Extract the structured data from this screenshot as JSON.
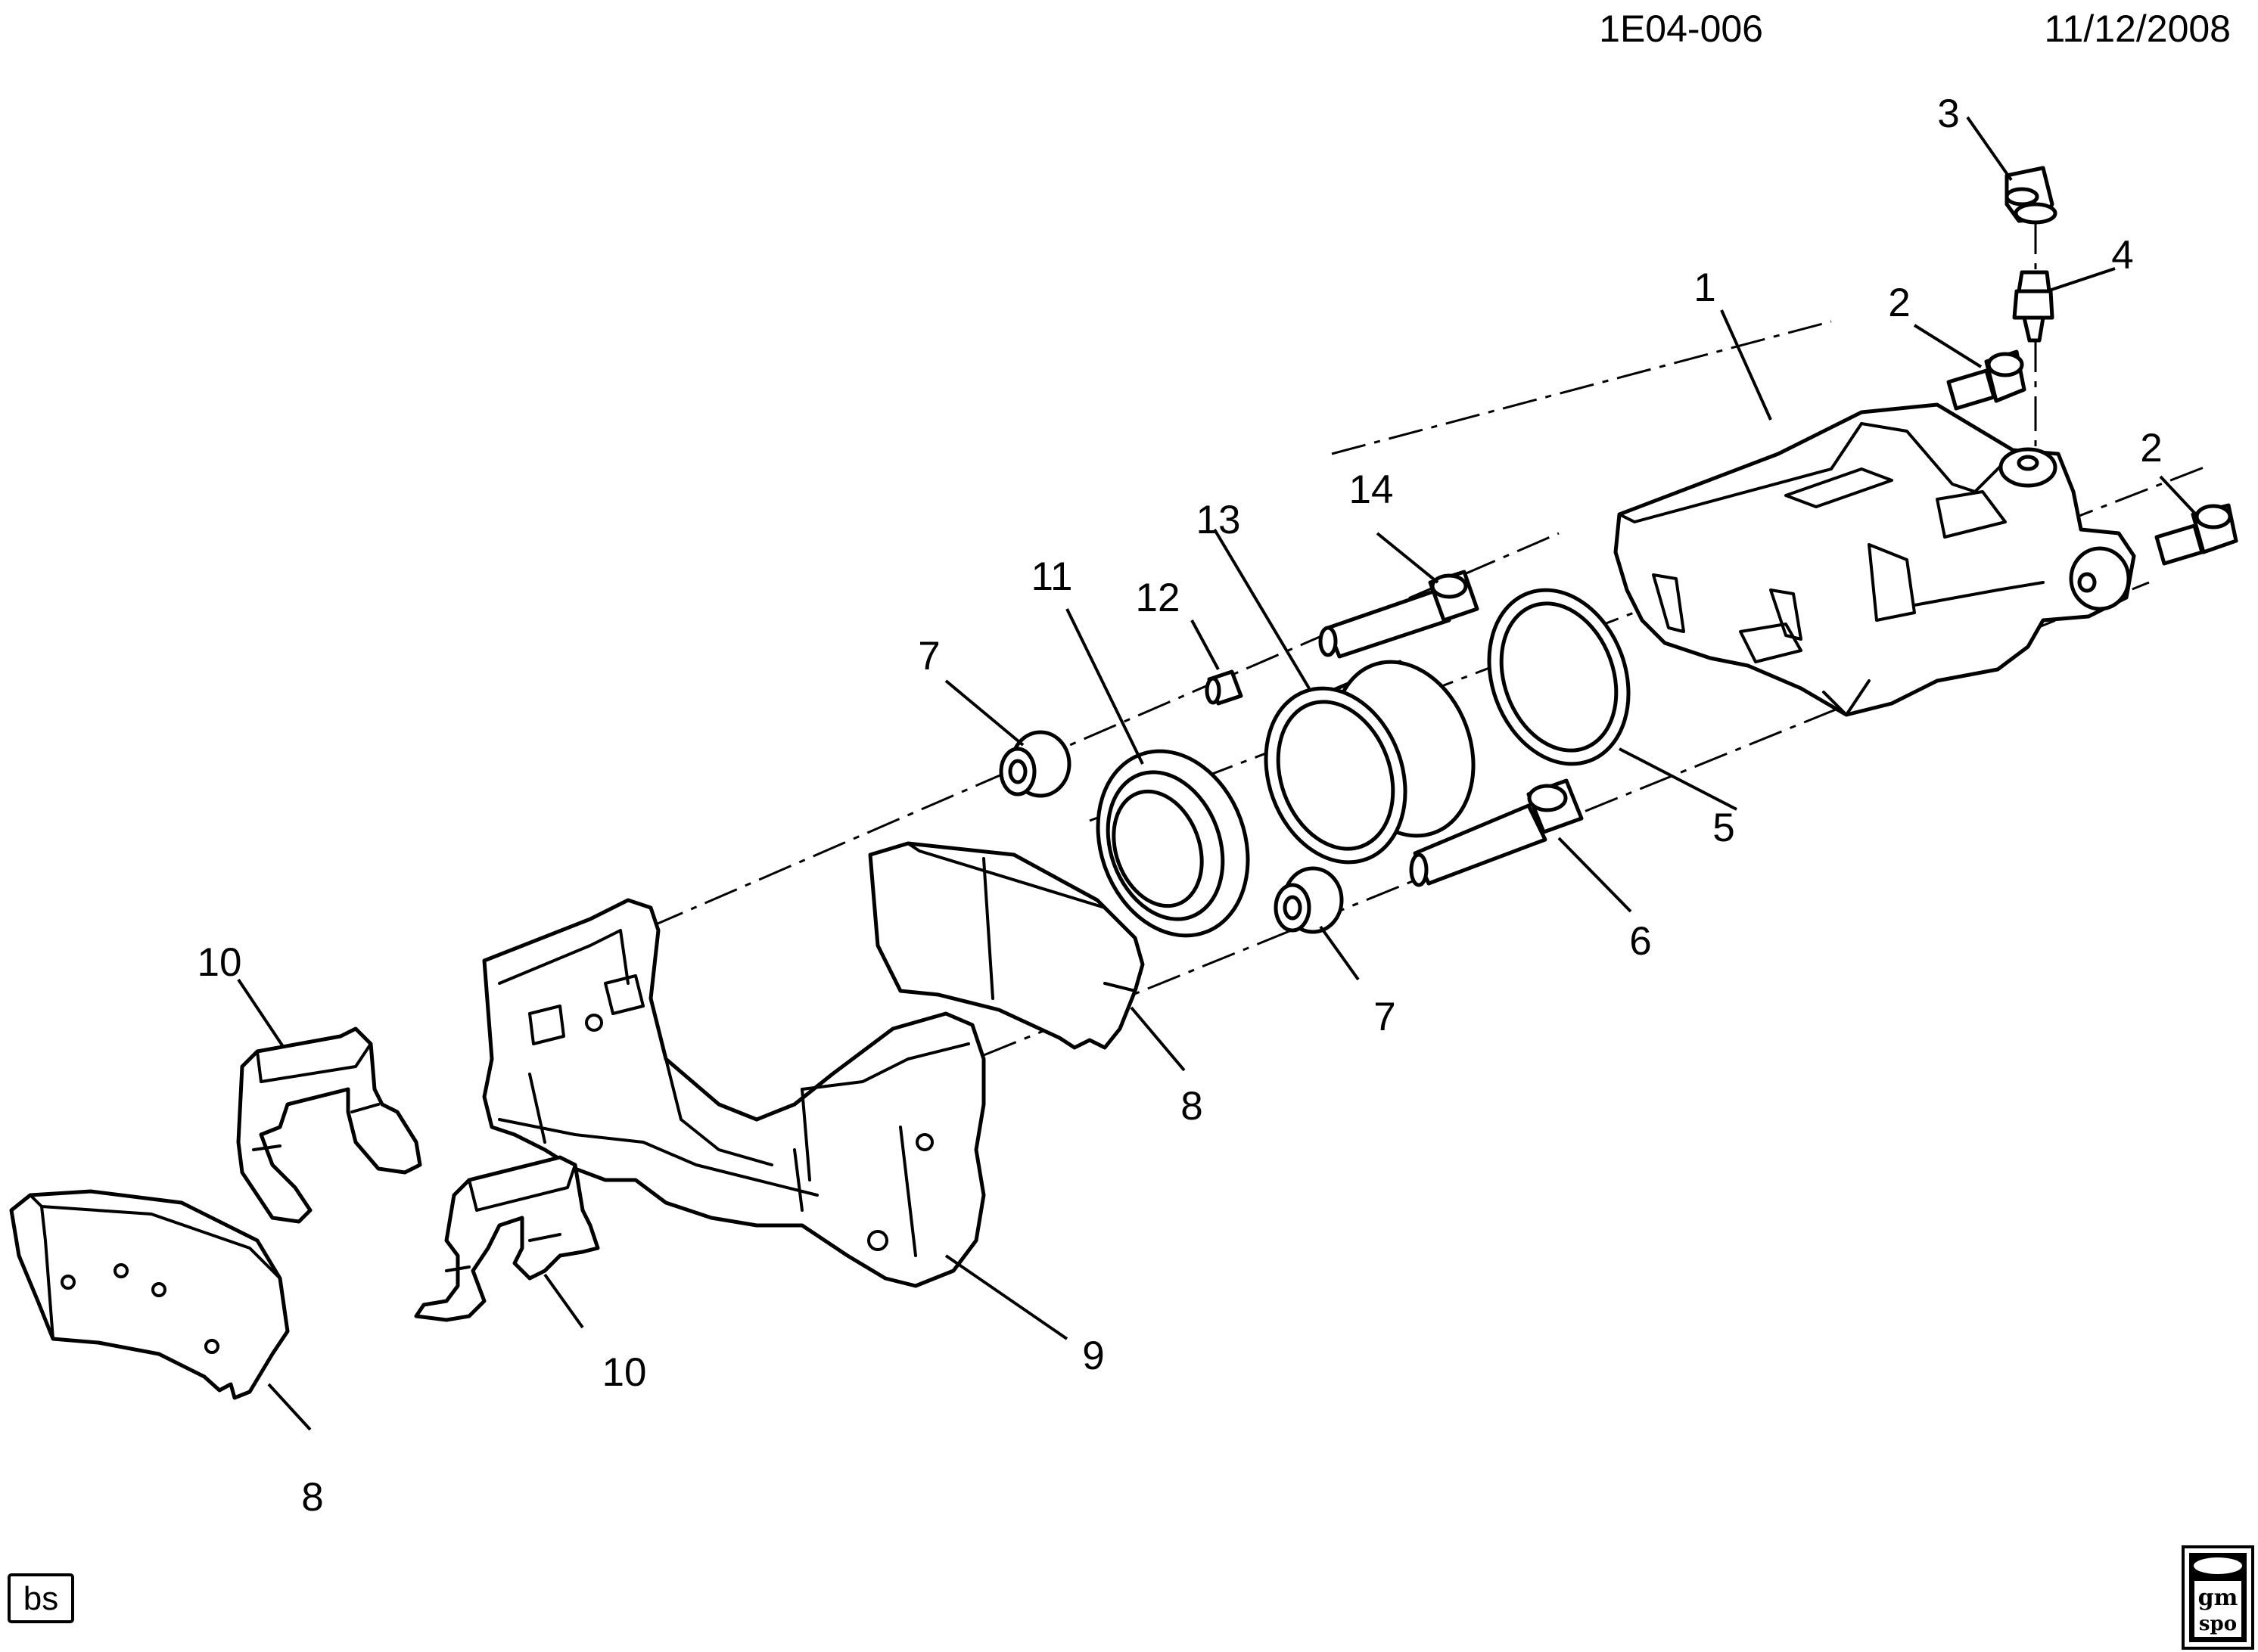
{
  "header": {
    "diagram_code": "1E04-006",
    "date": "11/12/2008"
  },
  "corner_label": "bs",
  "logo": {
    "line1": "gm",
    "line2": "spo"
  },
  "callouts": [
    {
      "id": "callout-1",
      "text": "1"
    },
    {
      "id": "callout-2-upper",
      "text": "2"
    },
    {
      "id": "callout-2-right",
      "text": "2"
    },
    {
      "id": "callout-3",
      "text": "3"
    },
    {
      "id": "callout-4",
      "text": "4"
    },
    {
      "id": "callout-5",
      "text": "5"
    },
    {
      "id": "callout-6",
      "text": "6"
    },
    {
      "id": "callout-7-upper",
      "text": "7"
    },
    {
      "id": "callout-7-lower",
      "text": "7"
    },
    {
      "id": "callout-8-middle",
      "text": "8"
    },
    {
      "id": "callout-8-lower",
      "text": "8"
    },
    {
      "id": "callout-9",
      "text": "9"
    },
    {
      "id": "callout-10-left",
      "text": "10"
    },
    {
      "id": "callout-10-lower",
      "text": "10"
    },
    {
      "id": "callout-11",
      "text": "11"
    },
    {
      "id": "callout-12",
      "text": "12"
    },
    {
      "id": "callout-13",
      "text": "13"
    },
    {
      "id": "callout-14",
      "text": "14"
    }
  ]
}
